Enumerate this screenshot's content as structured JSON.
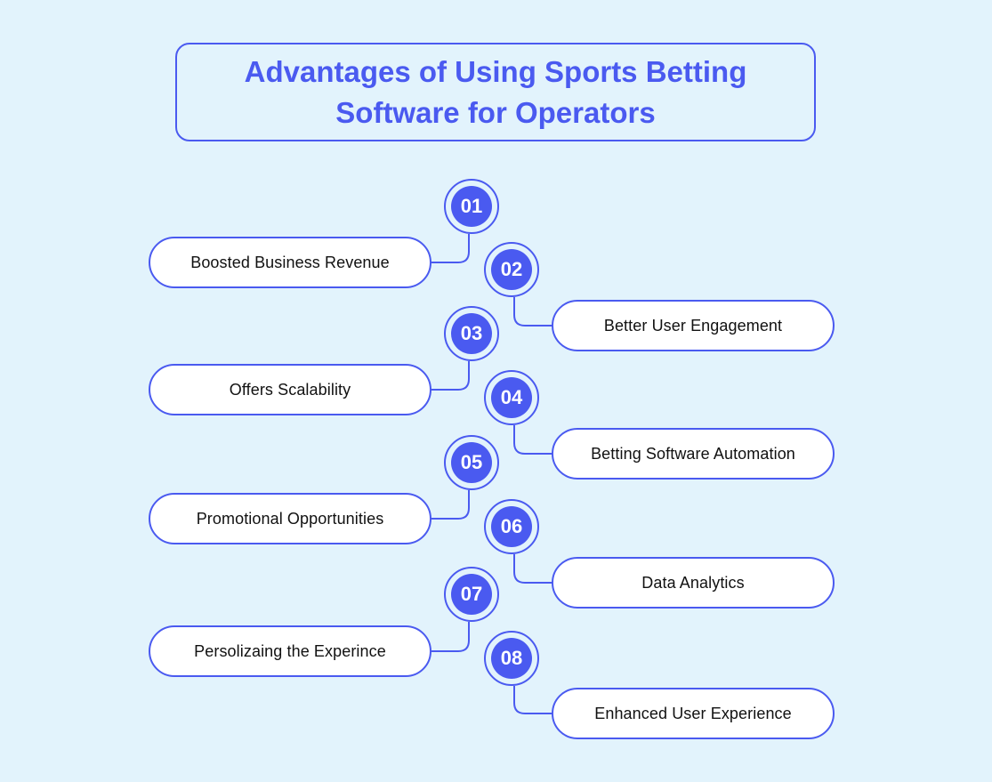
{
  "title": "Advantages of Using Sports Betting Software for Operators",
  "colors": {
    "accent": "#4a5af0",
    "background": "#e2f3fc",
    "pill_fill": "#ffffff",
    "text": "#111111"
  },
  "items": [
    {
      "number": "01",
      "label": "Boosted Business Revenue"
    },
    {
      "number": "02",
      "label": "Better User Engagement"
    },
    {
      "number": "03",
      "label": "Offers Scalability"
    },
    {
      "number": "04",
      "label": "Betting Software Automation"
    },
    {
      "number": "05",
      "label": "Promotional Opportunities"
    },
    {
      "number": "06",
      "label": "Data Analytics"
    },
    {
      "number": "07",
      "label": "Persolizaing the Experince"
    },
    {
      "number": "08",
      "label": "Enhanced User Experience"
    }
  ]
}
